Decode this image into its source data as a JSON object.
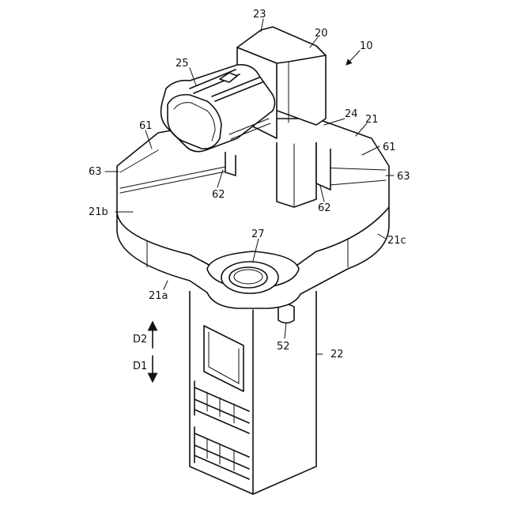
{
  "figure": {
    "labels": {
      "l10": "10",
      "l20": "20",
      "l21": "21",
      "l21a": "21a",
      "l21b": "21b",
      "l21c": "21c",
      "l22": "22",
      "l23": "23",
      "l24": "24",
      "l25": "25",
      "l27": "27",
      "l52": "52",
      "l61a": "61",
      "l61b": "61",
      "l62a": "62",
      "l62b": "62",
      "l63a": "63",
      "l63b": "63",
      "d1": "D1",
      "d2": "D2"
    }
  }
}
